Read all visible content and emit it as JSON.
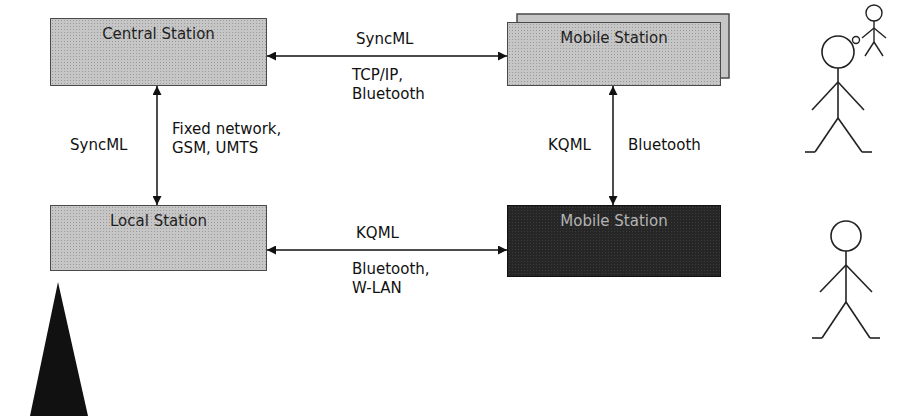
{
  "diagram": {
    "nodes": [
      {
        "text": [
          "Central Station"
        ]
      },
      {
        "text": [
          "Mobile Station"
        ]
      },
      {
        "text": [
          "Local Station"
        ]
      },
      {
        "text": [
          "Mobile Station"
        ]
      }
    ],
    "edges": [
      {
        "from": 0,
        "to": 1,
        "arrow": "both",
        "label": "SyncML"
      },
      {
        "from": 0,
        "to": 2,
        "arrow": "both",
        "label": "SyncML"
      },
      {
        "from": 1,
        "to": 3,
        "arrow": "both",
        "label": "KQML"
      },
      {
        "from": 2,
        "to": 3,
        "arrow": "both",
        "label": "KQML"
      }
    ],
    "labels": [
      "TCP/IP, Bluetooth",
      "Fixed network, GSM, UMTS",
      "Bluetooth",
      "Bluetooth, W-LAN"
    ]
  }
}
